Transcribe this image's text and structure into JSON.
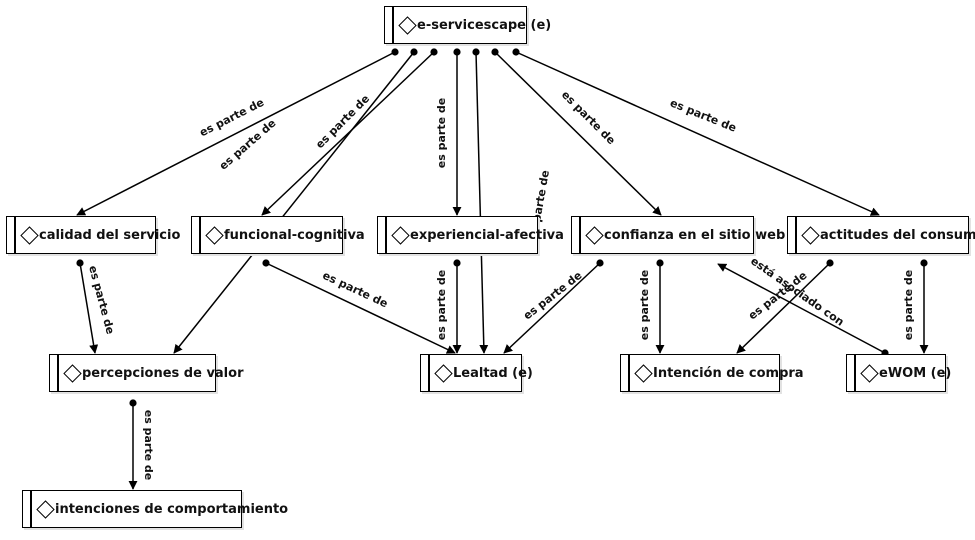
{
  "nodes": [
    {
      "id": "eservicescape",
      "label": "e-servicescape (e)"
    },
    {
      "id": "calidad",
      "label": "calidad del servicio"
    },
    {
      "id": "funcional",
      "label": "funcional-cognitiva"
    },
    {
      "id": "experiencial",
      "label": "experiencial-afectiva"
    },
    {
      "id": "confianza",
      "label": "confianza en el sitio web"
    },
    {
      "id": "actitudes",
      "label": "actitudes del consumidor"
    },
    {
      "id": "percepciones",
      "label": "percepciones de valor"
    },
    {
      "id": "lealtad",
      "label": "Lealtad (e)"
    },
    {
      "id": "intencion",
      "label": "Intención de compra"
    },
    {
      "id": "ewom",
      "label": "eWOM (e)"
    },
    {
      "id": "intenciones",
      "label": "intenciones de comportamiento"
    }
  ],
  "edges": [
    {
      "from": "eservicescape",
      "to": "calidad",
      "label": "es parte de"
    },
    {
      "from": "eservicescape",
      "to": "percepciones",
      "label": "es parte de"
    },
    {
      "from": "eservicescape",
      "to": "funcional",
      "label": "es parte de"
    },
    {
      "from": "eservicescape",
      "to": "experiencial",
      "label": "es parte de"
    },
    {
      "from": "eservicescape",
      "to": "lealtad",
      "label": "es parte de"
    },
    {
      "from": "eservicescape",
      "to": "confianza",
      "label": "es parte de"
    },
    {
      "from": "eservicescape",
      "to": "actitudes",
      "label": "es parte de"
    },
    {
      "from": "calidad",
      "to": "percepciones",
      "label": "es parte de"
    },
    {
      "from": "funcional",
      "to": "lealtad",
      "label": "es parte de"
    },
    {
      "from": "experiencial",
      "to": "lealtad",
      "label": "es parte de"
    },
    {
      "from": "confianza",
      "to": "lealtad",
      "label": "es parte de"
    },
    {
      "from": "confianza",
      "to": "intencion",
      "label": "es parte de"
    },
    {
      "from": "actitudes",
      "to": "intencion",
      "label": "es parte de"
    },
    {
      "from": "actitudes",
      "to": "ewom",
      "label": "es parte de"
    },
    {
      "from": "ewom",
      "to": "confianza",
      "label": "está asociado con"
    },
    {
      "from": "percepciones",
      "to": "intenciones",
      "label": "es parte de"
    }
  ]
}
